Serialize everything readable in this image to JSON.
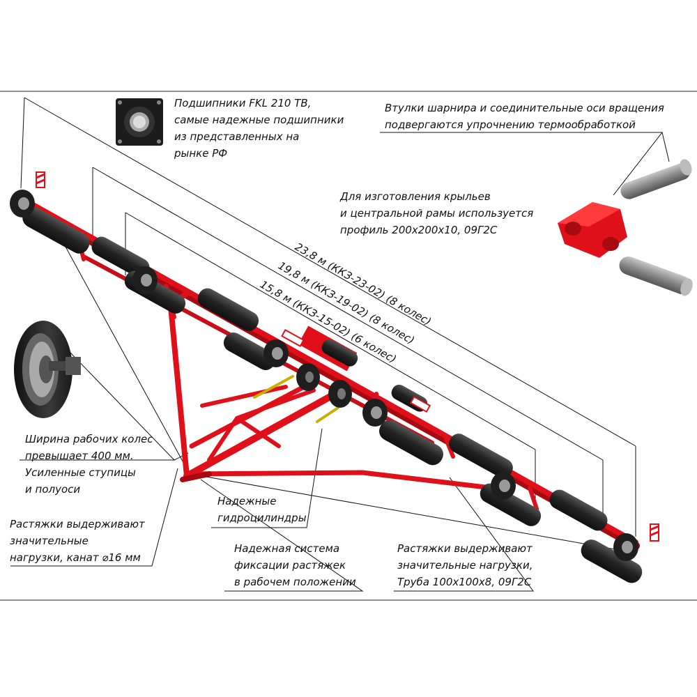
{
  "colors": {
    "frame": "#e0101a",
    "frame_dark": "#a80a12",
    "tire": "#1e1e1e",
    "hub": "#9a9a9a",
    "steel": "#8c8c8c",
    "line": "#111111"
  },
  "callouts": {
    "bearings": [
      "Подшипники FKL 210 TB,",
      "самые надежные подшипники",
      "из представленных на",
      "рынке РФ"
    ],
    "bushings": [
      "Втулки шарнира и соединительные оси вращения",
      "подвергаются упрочнению термообработкой"
    ],
    "profile": [
      "Для изготовления крыльев",
      "и центральной рамы используется",
      "профиль 200x200x10, 09Г2С"
    ],
    "wheels": [
      "Ширина рабочих колес",
      "превышает 400 мм.",
      "Усиленные ступицы",
      "и полуоси"
    ],
    "cable": [
      "Растяжки выдерживают",
      "значительные",
      "нагрузки, канат ⌀16 мм"
    ],
    "cylinders": [
      "Надежные",
      "гидроцилиндры"
    ],
    "fixation": [
      "Надежная система",
      "фиксации растяжек",
      "в рабочем положении"
    ],
    "pipe": [
      "Растяжки выдерживают",
      "значительные нагрузки,",
      "Труба 100x100x8, 09Г2С"
    ]
  },
  "dimensions": [
    "23,8 м     (ККЗ-23-02) (8 колес)",
    "19,8 м     (ККЗ-19-02) (8 колес)",
    "15,8 м     (ККЗ-15-02) (6 колес)"
  ],
  "icons": {
    "bearing": "bearing-icon",
    "wheel_detail": "wheel-icon",
    "hinge": "hinge-icon",
    "axle": "axle-pin-icon"
  }
}
